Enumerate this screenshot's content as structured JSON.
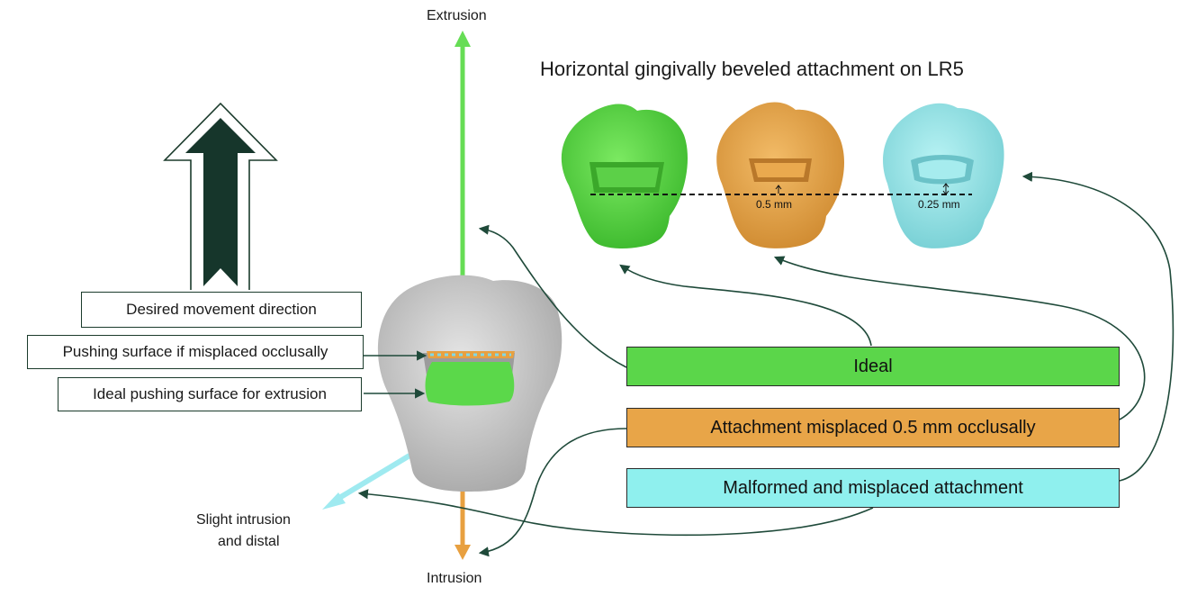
{
  "title": "Horizontal gingivally beveled attachment on LR5",
  "axes": {
    "top": "Extrusion",
    "bottom": "Intrusion",
    "diagonal_line1": "Slight intrusion",
    "diagonal_line2": "and distal"
  },
  "labels": {
    "desired": "Desired movement direction",
    "pushing_misplaced": "Pushing surface if misplaced occlusally",
    "ideal_pushing": "Ideal pushing surface for extrusion"
  },
  "legend": [
    {
      "label": "Ideal",
      "color": "#5bd64a"
    },
    {
      "label": "Attachment misplaced 0.5 mm occlusally",
      "color": "#e8a548"
    },
    {
      "label": "Malformed and misplaced attachment",
      "color": "#8ff0ee"
    }
  ],
  "measurements": {
    "orange": "0.5 mm",
    "cyan": "0.25 mm"
  },
  "colors": {
    "green_tooth": "#4fd33c",
    "orange_tooth": "#e8a040",
    "cyan_tooth": "#8fe3e6",
    "gray_tooth": "#c9c9c9",
    "arrow_dark": "#16362b",
    "connector": "#1f4a3a",
    "extrusion_arrow": "#66dd55",
    "intrusion_arrow": "#e8a040",
    "diagonal_arrow": "#9feaf0"
  }
}
